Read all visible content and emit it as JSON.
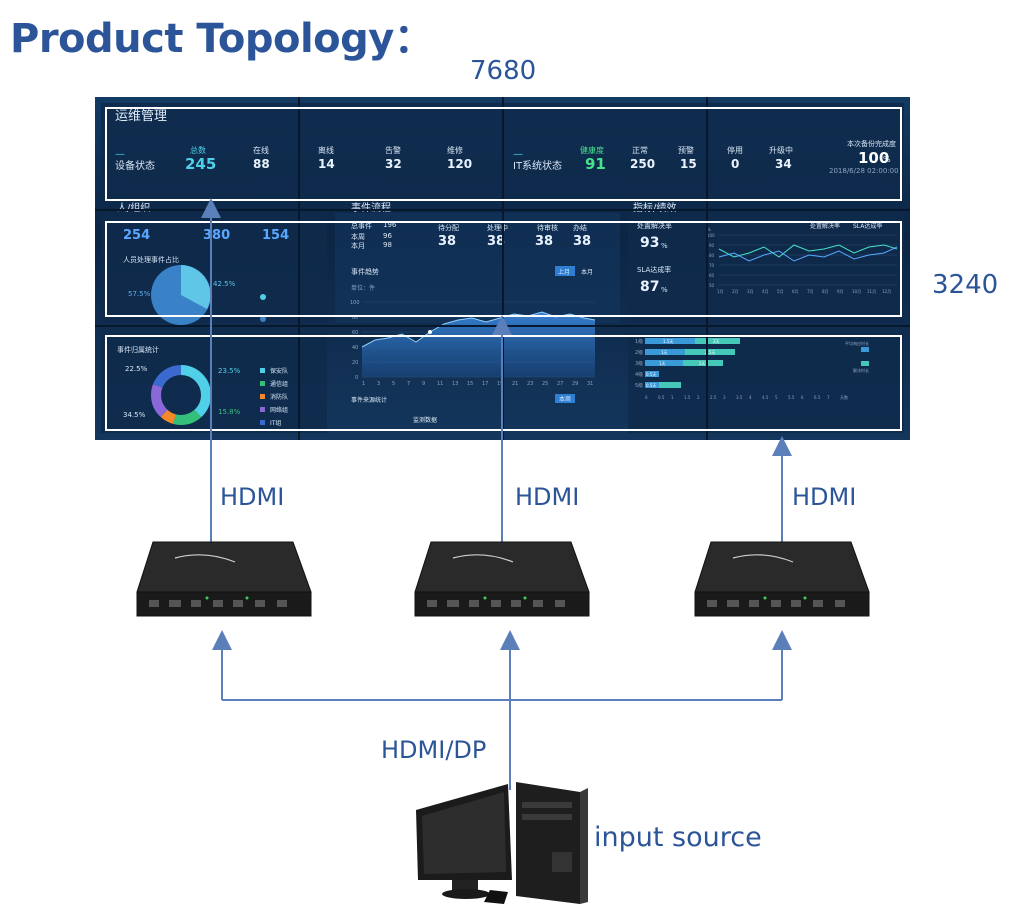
{
  "page_title": "Product Topology：",
  "width_label": "7680",
  "height_label": "3240",
  "link_labels": {
    "left": "HDMI",
    "middle": "HDMI",
    "right": "HDMI",
    "input": "HDMI/DP"
  },
  "source_label": "input source",
  "screen": {
    "header_title": "运维管理",
    "device_status": {
      "label": "设备状态",
      "total_label": "总数",
      "total": "245",
      "online_label": "在线",
      "online": "88",
      "offline_label": "离线",
      "offline": "14",
      "alarm_label": "告警",
      "alarm": "32",
      "repair_label": "维修",
      "repair": "120"
    },
    "it_status": {
      "label": "IT系统状态",
      "health_label": "健康度",
      "health": "91",
      "normal_label": "正常",
      "normal": "250",
      "warn_label": "预警",
      "warn": "15",
      "stop_label": "停用",
      "stop": "0",
      "upgrade_label": "升级中",
      "upgrade": "34",
      "backup_label": "本次备份完成度",
      "backup": "100",
      "backup_unit": "%",
      "date": "2018/6/28  02:00:00"
    },
    "sections": {
      "people": "人/组织",
      "flow": "事件流程",
      "kpi": "指标/绩效"
    },
    "people_nums": [
      "254",
      "380",
      "154"
    ],
    "people_pie_title": "人员处理事件占比",
    "people_pie_values": [
      "57.5%",
      "42.5%"
    ],
    "flow_label_total": "总事件",
    "flow_total": "196",
    "flow_rows": [
      "本周",
      "本月"
    ],
    "flow_row_vals": [
      "96",
      "98"
    ],
    "flow_pending_label": "待分配",
    "flow_pending": "38",
    "flow_processing_label": "处理中",
    "flow_processing": "38",
    "flow_review_label": "待审核",
    "flow_review": "38",
    "flow_done_label": "办结",
    "flow_done": "38",
    "trend_title": "事件趋势",
    "trend_tabs": [
      "上月",
      "本月"
    ],
    "trend_unit": "单位：件",
    "trend_y": [
      "100",
      "80",
      "60",
      "40",
      "20",
      "0"
    ],
    "trend_x": [
      "1",
      "3",
      "5",
      "7",
      "9",
      "11",
      "13",
      "15",
      "17",
      "19",
      "21",
      "23",
      "25",
      "27",
      "29",
      "31"
    ],
    "kpi_rate1_label": "处置解决率",
    "kpi_rate1": "93",
    "kpi_rate1_unit": "%",
    "kpi_rate2_label": "SLA达成率",
    "kpi_rate2": "87",
    "kpi_rate2_unit": "%",
    "kpi_legend": [
      "处置解决率",
      "SLA达成率"
    ],
    "kpi_months": [
      "1月",
      "2月",
      "3月",
      "4月",
      "5月",
      "6月",
      "7月",
      "8月",
      "9月",
      "10月",
      "11月",
      "12月"
    ],
    "kpi_y": [
      "100",
      "90",
      "80",
      "70",
      "60",
      "50",
      "40"
    ],
    "kpi_y_unit": "%",
    "ring_title": "事件归属统计",
    "ring_values": [
      "22.5%",
      "23.5%",
      "34.5%",
      "15.8%"
    ],
    "ring_legend": [
      "保安队",
      "通信组",
      "消防队",
      "网络组",
      "IT组"
    ],
    "source_stats_title": "事件来源统计",
    "source_tab": "本周",
    "bar_rows": [
      "1级",
      "2级",
      "3级",
      "4级",
      "5级"
    ],
    "bar_labels": [
      "1.5天",
      "1天",
      "1天",
      "0.5天",
      "0.5天"
    ],
    "bar_labels_2": [
      "2天",
      "2.5天",
      "2天"
    ],
    "bar_x": [
      "0",
      "0.5",
      "1",
      "1.5",
      "2",
      "2.5",
      "3",
      "3.5",
      "4",
      "4.5",
      "5",
      "5.5",
      "6",
      "6.5",
      "7",
      "天数"
    ],
    "bar_legend": [
      "平均响应时长",
      "解决时长"
    ],
    "bottom_center": "监测数据"
  }
}
